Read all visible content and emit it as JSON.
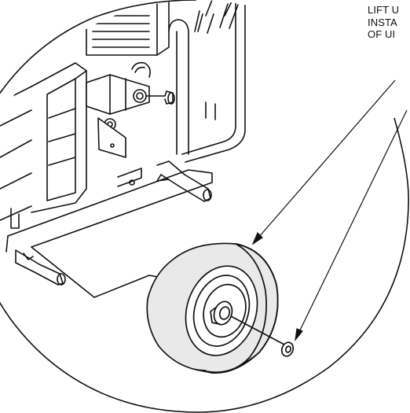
{
  "instructions": {
    "lines": [
      "LIFT U",
      "INSTA",
      "OF UI"
    ]
  },
  "colors": {
    "ink": "#111111",
    "tire": "#e9e9e9",
    "paper": "#ffffff"
  }
}
